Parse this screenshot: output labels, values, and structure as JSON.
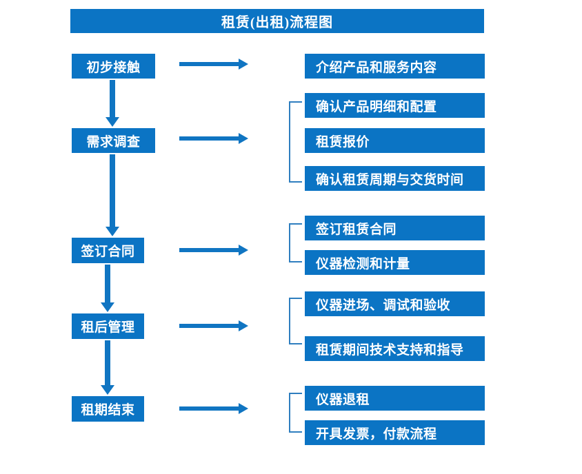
{
  "title": {
    "text": "租赁(出租)流程图"
  },
  "colors": {
    "box_blue": "#0B74C4",
    "arrow_blue": "#1075C2",
    "bracket_blue": "#2E7EBF",
    "text_white": "#FFFFFF",
    "background": "#FFFFFF"
  },
  "stages": [
    {
      "id": "initial-contact",
      "label": "初步接触",
      "details": [
        "介绍产品和服务内容"
      ]
    },
    {
      "id": "needs-survey",
      "label": "需求调查",
      "details": [
        "确认产品明细和配置",
        "租赁报价",
        "确认租赁周期与交货时间"
      ]
    },
    {
      "id": "sign-contract",
      "label": "签订合同",
      "details": [
        "签订租赁合同",
        "仪器检测和计量"
      ]
    },
    {
      "id": "post-rental-management",
      "label": "租后管理",
      "details": [
        "仪器进场、调试和验收",
        "租赁期间技术支持和指导"
      ]
    },
    {
      "id": "lease-end",
      "label": "租期结束",
      "details": [
        "仪器退租",
        "开具发票，付款流程"
      ]
    }
  ],
  "detail_boxes": [
    {
      "text": "介绍产品和服务内容"
    },
    {
      "text": "确认产品明细和配置"
    },
    {
      "text": "租赁报价"
    },
    {
      "text": "确认租赁周期与交货时间"
    },
    {
      "text": "签订租赁合同"
    },
    {
      "text": "仪器检测和计量"
    },
    {
      "text": "仪器进场、调试和验收"
    },
    {
      "text": "租赁期间技术支持和指导"
    },
    {
      "text": "仪器退租"
    },
    {
      "text": "开具发票，付款流程"
    }
  ]
}
